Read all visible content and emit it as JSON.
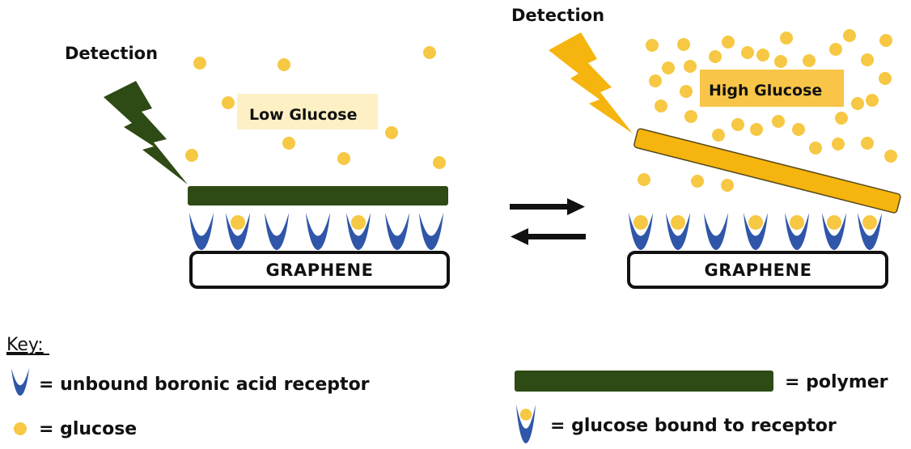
{
  "colors": {
    "glucose": "#f6c843",
    "receptor": "#2f56a8",
    "polymer_unbound": "#2e4a15",
    "polymer_bound": "#f5b50e",
    "low_label_bg": "#fdf0c4",
    "high_label_bg": "#f8c548",
    "graphene_border": "#111111",
    "arrow": "#111111"
  },
  "left_panel": {
    "detection_label": "Detection",
    "concentration_label": "Low Glucose",
    "substrate_label": "GRAPHENE",
    "receptors_bound": [
      false,
      true,
      false,
      false,
      true,
      false,
      false
    ]
  },
  "right_panel": {
    "detection_label": "Detection",
    "concentration_label": "High Glucose",
    "substrate_label": "GRAPHENE",
    "receptors_bound": [
      true,
      true,
      false,
      true,
      true,
      true,
      true
    ]
  },
  "equilibrium": {
    "forward_icon": "arrow-right-icon",
    "reverse_icon": "arrow-left-icon"
  },
  "key": {
    "title": "Key:",
    "items": [
      {
        "icon": "unbound-receptor-icon",
        "label": "= unbound boronic acid receptor"
      },
      {
        "icon": "glucose-icon",
        "label": "= glucose"
      },
      {
        "icon": "polymer-icon",
        "label": "= polymer"
      },
      {
        "icon": "bound-receptor-icon",
        "label": "= glucose bound to receptor"
      }
    ]
  }
}
